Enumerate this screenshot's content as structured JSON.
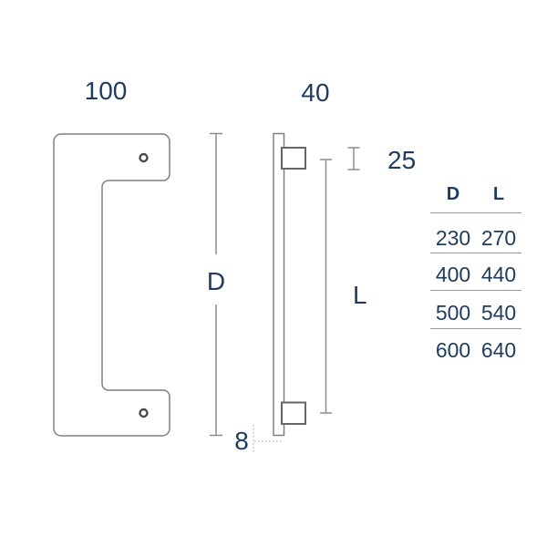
{
  "title": "pull-handle-dimension-drawing",
  "colors": {
    "text": "#1f3b5e",
    "line": "#8c8c8c",
    "shape": "#808080",
    "block": "#666666",
    "hole": "#4d4d4d",
    "rule": "#999999",
    "leader": "#b3b3b3"
  },
  "labels": {
    "front_width": "100",
    "side_depth": "40",
    "block_height": "25",
    "overall_height": "D",
    "axis_length": "L",
    "plate_thickness": "8"
  },
  "table": {
    "headers": [
      "D",
      "L"
    ],
    "rows": [
      [
        "230",
        "270"
      ],
      [
        "400",
        "440"
      ],
      [
        "500",
        "540"
      ],
      [
        "600",
        "640"
      ]
    ]
  }
}
